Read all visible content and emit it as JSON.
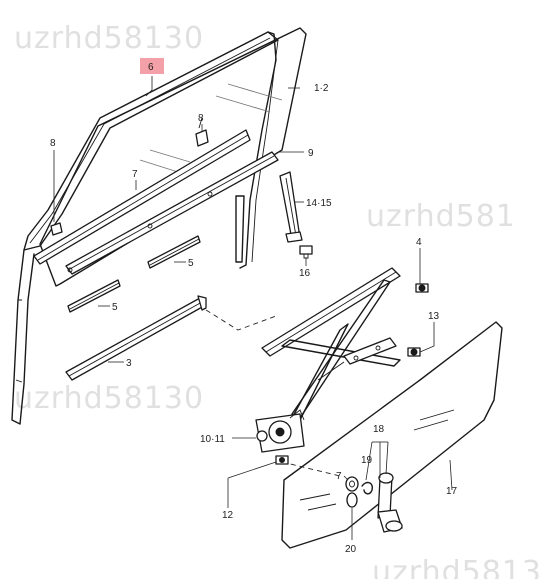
{
  "watermarks": {
    "top": "uzrhd58130",
    "right": "uzrhd581",
    "middle": "uzrhd58130",
    "bottom": "uzrhd5813"
  },
  "highlight_color": "#f4a0a8",
  "callouts": {
    "c6": "6",
    "c1_2": "1·2",
    "c8_left": "8",
    "c8_mid": "8",
    "c7_upper": "7",
    "c9": "9",
    "c14_15": "14·15",
    "c4": "4",
    "c16": "16",
    "c5_upper": "5",
    "c5_lower": "5",
    "c3": "3",
    "c13": "13",
    "c10_11": "10·11",
    "c18": "18",
    "c19": "19",
    "c7_lower": "7",
    "c17": "17",
    "c12": "12",
    "c20": "20"
  }
}
